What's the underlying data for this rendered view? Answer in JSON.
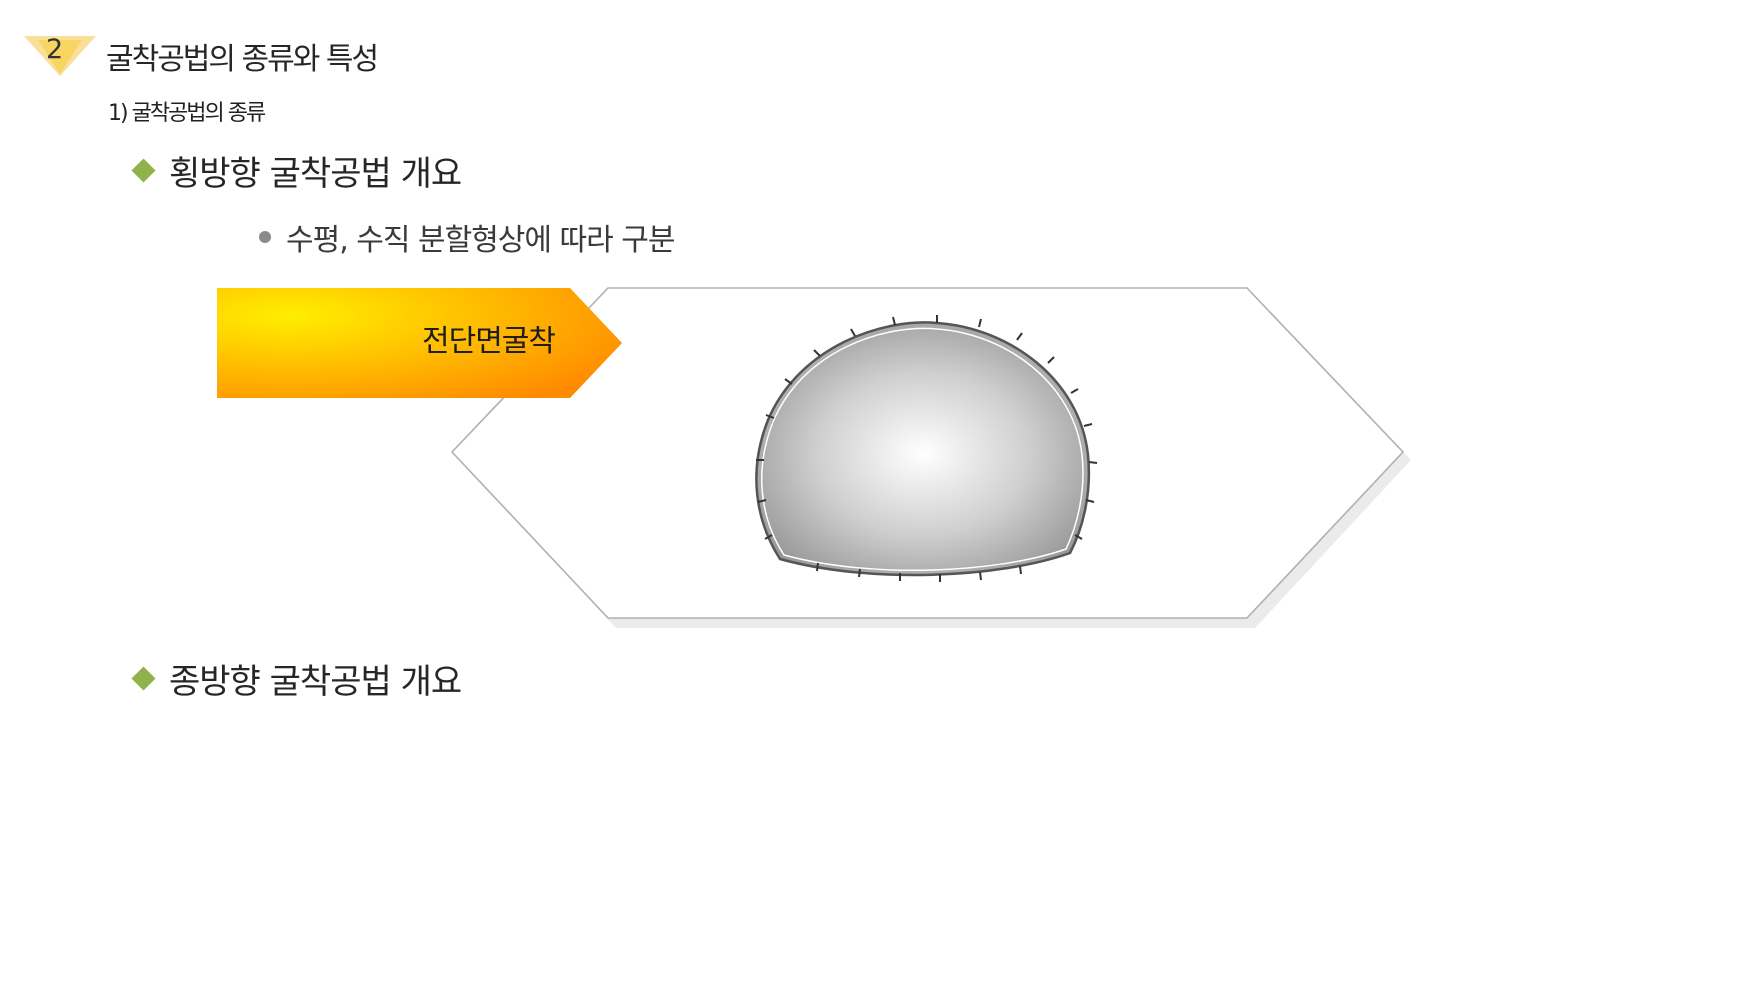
{
  "section": {
    "number": "2",
    "title": "굴착공법의 종류와 특성"
  },
  "subsection": {
    "title": "1) 굴착공법의 종류"
  },
  "bullets": [
    {
      "text": "횡방향 굴착공법 개요",
      "sub_bullets": [
        "수평, 수직 분할형상에 따라 구분"
      ]
    },
    {
      "text": "종방향 굴착공법 개요",
      "sub_bullets": []
    }
  ],
  "diagram": {
    "label": "전단면굴착",
    "label_gradient": [
      "#ffe600",
      "#ff8c00"
    ],
    "tunnel_fill": [
      "#ffffff",
      "#999999"
    ],
    "hexagon_stroke": "#b0b0b0"
  },
  "colors": {
    "badge": "#f2c744",
    "bullet_diamond": "#8fb34a",
    "sub_bullet_dot": "#8a8a8a"
  },
  "icons": {
    "badge": "triangle-badge",
    "bullet": "diamond-bullet",
    "sub_bullet": "dot-bullet"
  }
}
